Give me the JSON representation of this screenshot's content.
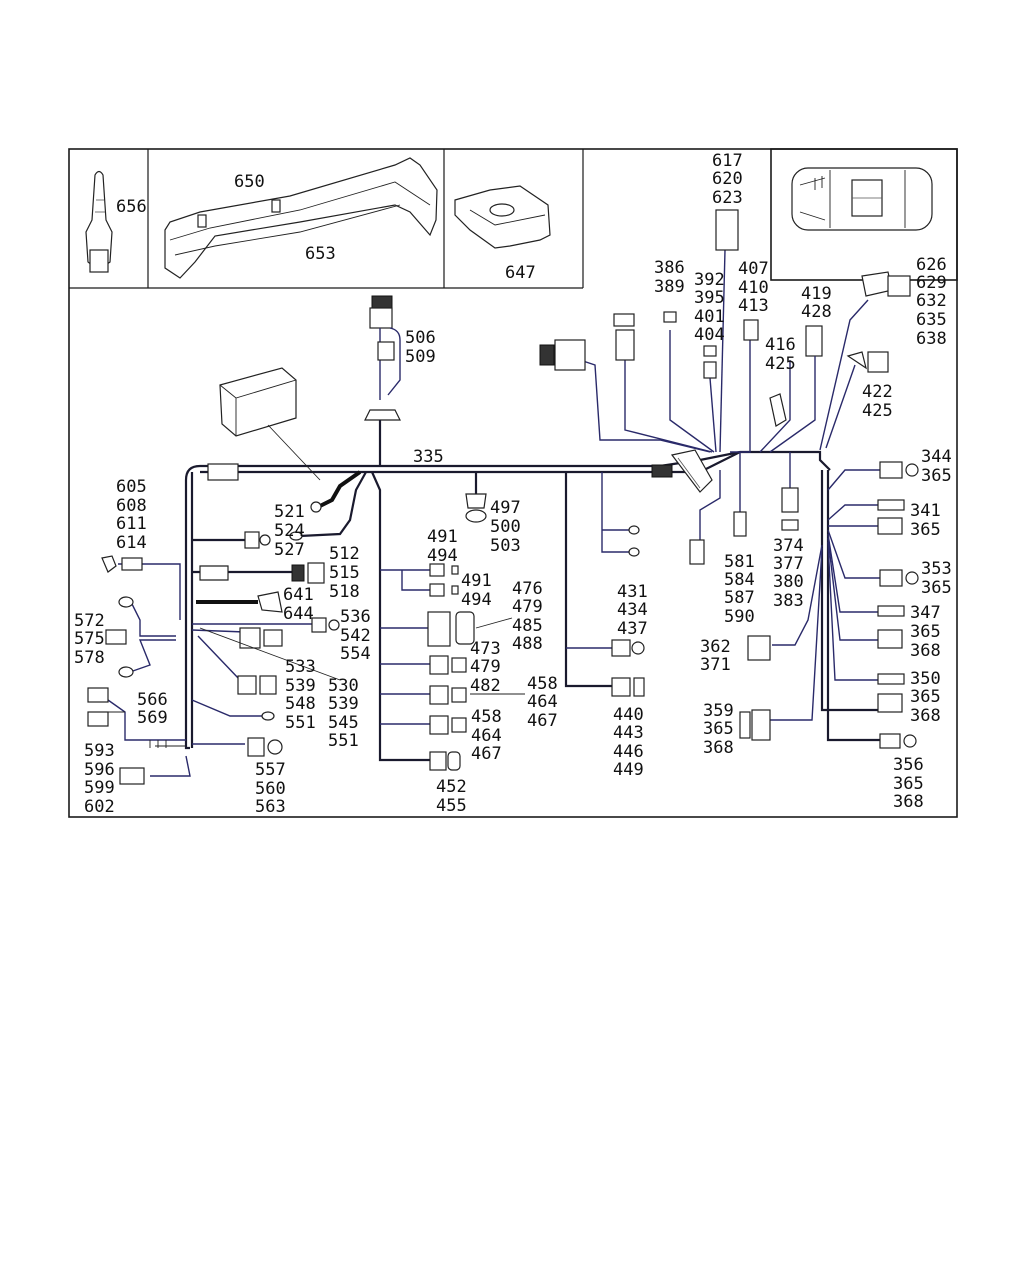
{
  "callouts": {
    "c656": [
      "656"
    ],
    "c650": [
      "650"
    ],
    "c653": [
      "653"
    ],
    "c647": [
      "647"
    ],
    "c617": [
      "617",
      "620",
      "623"
    ],
    "c386": [
      "386",
      "389"
    ],
    "c392": [
      "392",
      "395",
      "401",
      "404"
    ],
    "c407": [
      "407",
      "410",
      "413"
    ],
    "c416": [
      "416",
      "425"
    ],
    "c419": [
      "419",
      "428"
    ],
    "c626": [
      "626",
      "629",
      "632",
      "635",
      "638"
    ],
    "c422": [
      "422",
      "425"
    ],
    "c506": [
      "506",
      "509"
    ],
    "c335": [
      "335"
    ],
    "c605": [
      "605",
      "608",
      "611",
      "614"
    ],
    "c521": [
      "521",
      "524",
      "527"
    ],
    "c497": [
      "497",
      "500",
      "503"
    ],
    "c491a": [
      "491",
      "494"
    ],
    "c512": [
      "512",
      "515",
      "518"
    ],
    "c491b": [
      "491",
      "494"
    ],
    "c476": [
      "476",
      "479",
      "485",
      "488"
    ],
    "c431": [
      "431",
      "434",
      "437"
    ],
    "c344": [
      "344",
      "365"
    ],
    "c341": [
      "341",
      "365"
    ],
    "c581": [
      "581",
      "584",
      "587",
      "590"
    ],
    "c374": [
      "374",
      "377",
      "380",
      "383"
    ],
    "c353": [
      "353",
      "365"
    ],
    "c572": [
      "572",
      "575",
      "578"
    ],
    "c641": [
      "641",
      "644"
    ],
    "c536": [
      "536",
      "542",
      "554"
    ],
    "c473": [
      "473"
    ],
    "c347": [
      "347",
      "365",
      "368"
    ],
    "c362": [
      "362",
      "371"
    ],
    "c533": [
      "533",
      "539",
      "548",
      "551"
    ],
    "c530": [
      "530",
      "539",
      "545",
      "551"
    ],
    "c479": [
      "479",
      "482"
    ],
    "c458a": [
      "458",
      "464",
      "467"
    ],
    "c566": [
      "566",
      "569"
    ],
    "c440": [
      "440",
      "443",
      "446",
      "449"
    ],
    "c350": [
      "350",
      "365",
      "368"
    ],
    "c359": [
      "359",
      "365",
      "368"
    ],
    "c458b": [
      "458",
      "464",
      "467"
    ],
    "c593": [
      "593",
      "596",
      "599",
      "602"
    ],
    "c557": [
      "557",
      "560",
      "563"
    ],
    "c452": [
      "452",
      "455"
    ],
    "c356": [
      "356",
      "365",
      "368"
    ]
  }
}
